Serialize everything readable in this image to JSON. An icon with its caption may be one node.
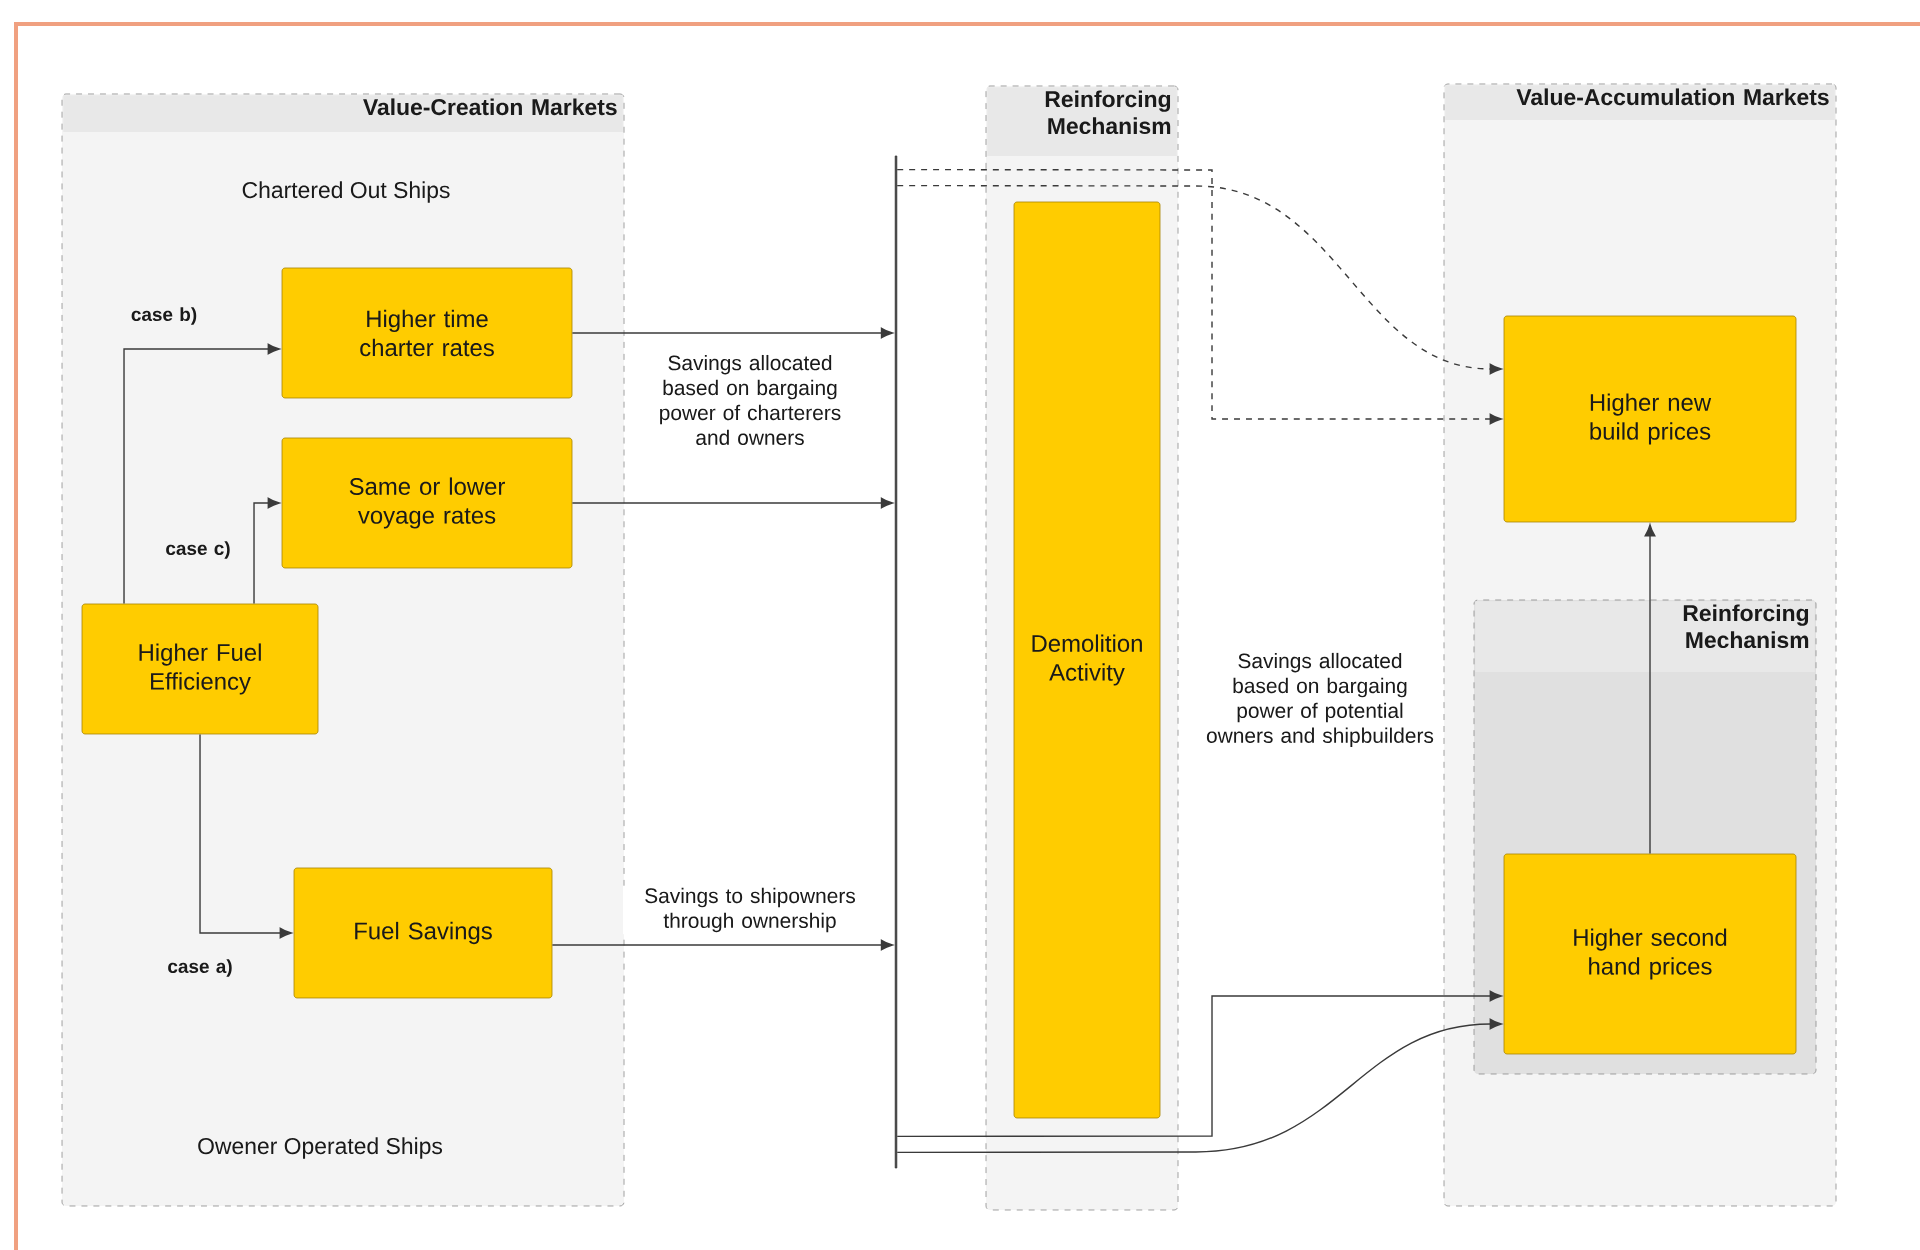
{
  "diagram": {
    "nodes": [
      {
        "text": [
          "Value-Creation Markets",
          "Chartered Out Ships",
          "Owener Operated Ships"
        ]
      },
      {
        "text": [
          "Higher time charter rates"
        ],
        "in": 0
      },
      {
        "text": [
          "Same or lower voyage rates"
        ],
        "in": 0
      },
      {
        "text": [
          "Higher Fuel Efficiency"
        ],
        "in": 0
      },
      {
        "text": [
          "Fuel Savings"
        ],
        "in": 0
      },
      {
        "text": [],
        "shape": "bar"
      },
      {
        "text": [
          "Reinforcing Mechanism"
        ]
      },
      {
        "text": [
          "Demolition Activity"
        ],
        "in": 6
      },
      {
        "text": [
          "Value-Accumulation Markets"
        ]
      },
      {
        "text": [
          "Higher new build prices"
        ],
        "in": 8
      },
      {
        "text": [
          "Reinforcing Mechanism"
        ],
        "in": 8
      },
      {
        "text": [
          "Higher second hand prices"
        ],
        "in": 10
      }
    ],
    "edges": [
      {
        "from": 3,
        "to": 1,
        "arrow": "to",
        "label": "case b)"
      },
      {
        "from": 3,
        "to": 2,
        "arrow": "to",
        "label": "case c)"
      },
      {
        "from": 3,
        "to": 4,
        "arrow": "to",
        "label": "case a)"
      },
      {
        "from": 1,
        "to": 5,
        "arrow": "to",
        "label": "Savings allocated based on bargaing power of charterers and owners"
      },
      {
        "from": 2,
        "to": 5,
        "arrow": "to"
      },
      {
        "from": 4,
        "to": 5,
        "arrow": "to",
        "label": "Savings to shipowners through ownership"
      },
      {
        "from": 5,
        "to": 9,
        "arrow": "to",
        "style": "dashed"
      },
      {
        "from": 5,
        "to": 9,
        "arrow": "to",
        "style": "dashed"
      },
      {
        "from": 5,
        "to": 11,
        "arrow": "to"
      },
      {
        "from": 5,
        "to": 11,
        "arrow": "to"
      },
      {
        "from": 11,
        "to": 9,
        "arrow": "to"
      }
    ],
    "labels": [
      "Savings allocated based on bargaing power of potential owners and shipbuilders"
    ]
  }
}
